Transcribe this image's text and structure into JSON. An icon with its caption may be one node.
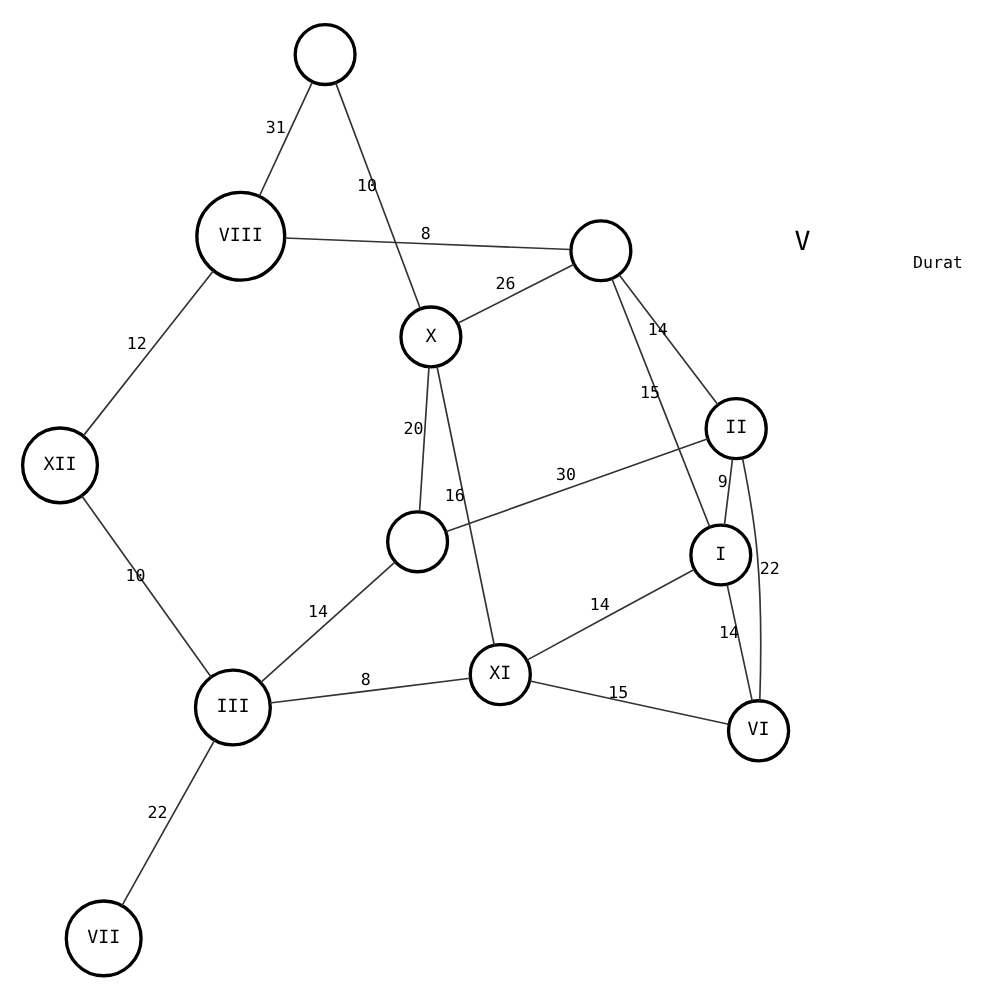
{
  "diagram": {
    "nodes": [
      {
        "text": [],
        "shape": "circle"
      },
      {
        "text": [
          "X"
        ]
      },
      {
        "text": [
          "II"
        ]
      },
      {
        "text": [
          "I"
        ]
      },
      {
        "text": [],
        "shape": "circle"
      },
      {
        "text": [],
        "shape": "circle"
      },
      {
        "text": [
          "XI"
        ]
      },
      {
        "text": [
          "XII"
        ]
      },
      {
        "text": [
          "VIII"
        ]
      },
      {
        "text": [
          "VI"
        ]
      },
      {
        "text": [
          "III"
        ]
      },
      {
        "text": [
          "VII"
        ]
      }
    ],
    "edges": [
      {
        "from": 0,
        "to": 1,
        "arrow": "none",
        "label": "10"
      },
      {
        "from": 0,
        "to": 8,
        "arrow": "none",
        "label": "31"
      },
      {
        "from": 1,
        "to": 4,
        "arrow": "none",
        "label": "26"
      },
      {
        "from": 1,
        "to": 6,
        "arrow": "none",
        "label": "16"
      },
      {
        "from": 1,
        "to": 5,
        "arrow": "none",
        "label": "20"
      },
      {
        "from": 2,
        "to": 5,
        "arrow": "none",
        "label": "30"
      },
      {
        "from": 2,
        "to": 3,
        "arrow": "none",
        "label": "9"
      },
      {
        "from": 2,
        "to": 9,
        "arrow": "none",
        "label": "22"
      },
      {
        "from": 2,
        "to": 4,
        "arrow": "none",
        "label": "14"
      },
      {
        "from": 3,
        "to": 4,
        "arrow": "none",
        "label": "15"
      },
      {
        "from": 3,
        "to": 6,
        "arrow": "none",
        "label": "14"
      },
      {
        "from": 3,
        "to": 9,
        "arrow": "none",
        "label": "14"
      },
      {
        "from": 5,
        "to": 10,
        "arrow": "none",
        "label": "14"
      },
      {
        "from": 6,
        "to": 10,
        "arrow": "none",
        "label": "8"
      },
      {
        "from": 6,
        "to": 9,
        "arrow": "none",
        "label": "15"
      },
      {
        "from": 7,
        "to": 10,
        "arrow": "none",
        "label": "10"
      },
      {
        "from": 7,
        "to": 8,
        "arrow": "none",
        "label": "12"
      },
      {
        "from": 8,
        "to": 4,
        "arrow": "none",
        "label": "8"
      },
      {
        "from": 10,
        "to": 11,
        "arrow": "none",
        "label": "22"
      }
    ],
    "labels": [
      "V",
      "Durat"
    ]
  }
}
